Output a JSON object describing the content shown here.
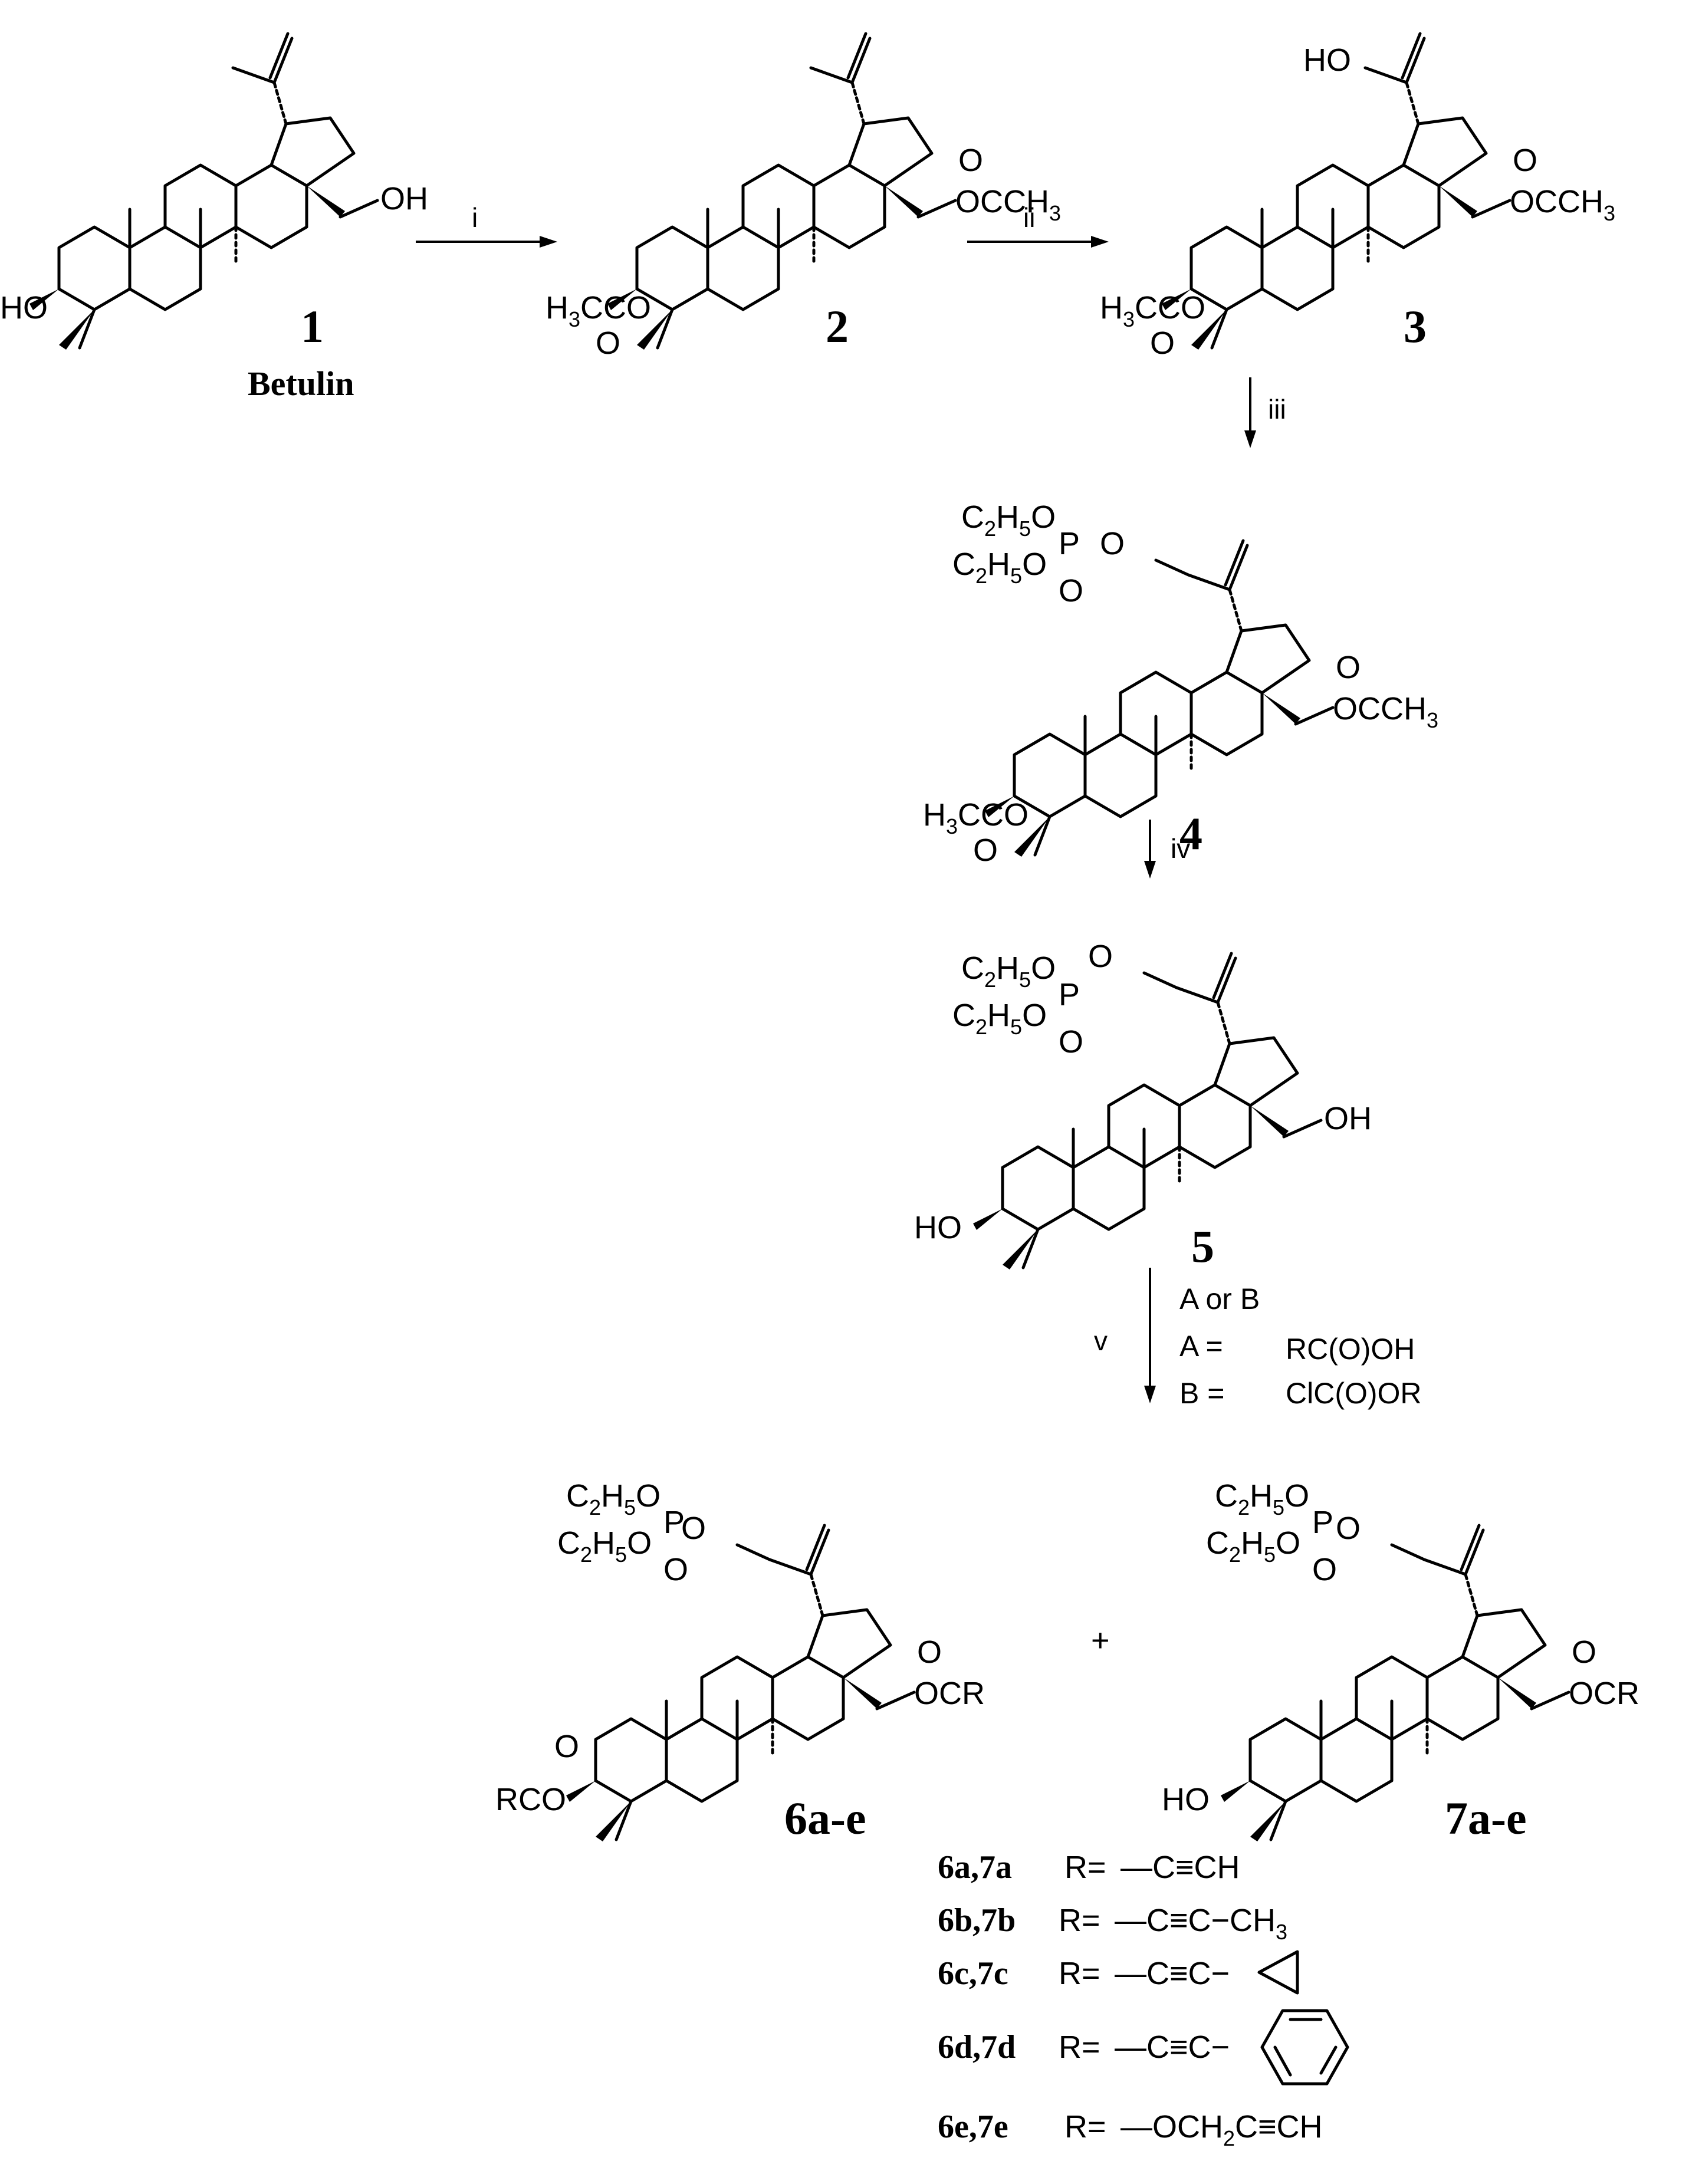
{
  "compounds": {
    "c1": {
      "number": "1",
      "name": "Betulin",
      "oh_top": "OH",
      "oh_left": "HO"
    },
    "c2": {
      "number": "2",
      "acetyl": "H",
      "acetyl_sub": "3",
      "acetyl_rest": "CCO",
      "carbonyl_o": "O",
      "ester": "OCCH",
      "ester_sub": "3",
      "ester_o": "O"
    },
    "c3": {
      "number": "3",
      "ho": "HO"
    },
    "c4": {
      "number": "4"
    },
    "c5": {
      "number": "5"
    },
    "c6": {
      "number": "6a-e"
    },
    "c7": {
      "number": "7a-e"
    }
  },
  "labels": {
    "ho": "HO",
    "oh": "OH",
    "o": "O",
    "p": "P",
    "c2h5o": "C",
    "c2h5o_sub1": "2",
    "c2h5o_h": "H",
    "c2h5o_sub2": "5",
    "c2h5o_o": "O",
    "ocr": "OCR",
    "rco": "RCO"
  },
  "steps": {
    "i": "i",
    "ii": "ii",
    "iii": "iii",
    "iv": "iv",
    "v": "v",
    "a_or_b": "A or B",
    "a_eq": "A =",
    "a_reagent": "RC(O)OH",
    "b_eq": "B =",
    "b_reagent": "ClC(O)OR"
  },
  "plus": "+",
  "r_groups": [
    {
      "compounds": "6a,7a",
      "eq": "R=",
      "formula": "—C≡CH"
    },
    {
      "compounds": "6b,7b",
      "eq": "R=",
      "formula": "—C≡C−CH",
      "sub": "3"
    },
    {
      "compounds": "6c,7c",
      "eq": "R=",
      "formula": "—C≡C−",
      "ring": "cyclopropyl"
    },
    {
      "compounds": "6d,7d",
      "eq": "R=",
      "formula": "—C≡C−",
      "ring": "phenyl"
    },
    {
      "compounds": "6e,7e",
      "eq": "R=",
      "formula": "—OCH",
      "sub": "2",
      "formula_tail": "C≡CH"
    }
  ]
}
